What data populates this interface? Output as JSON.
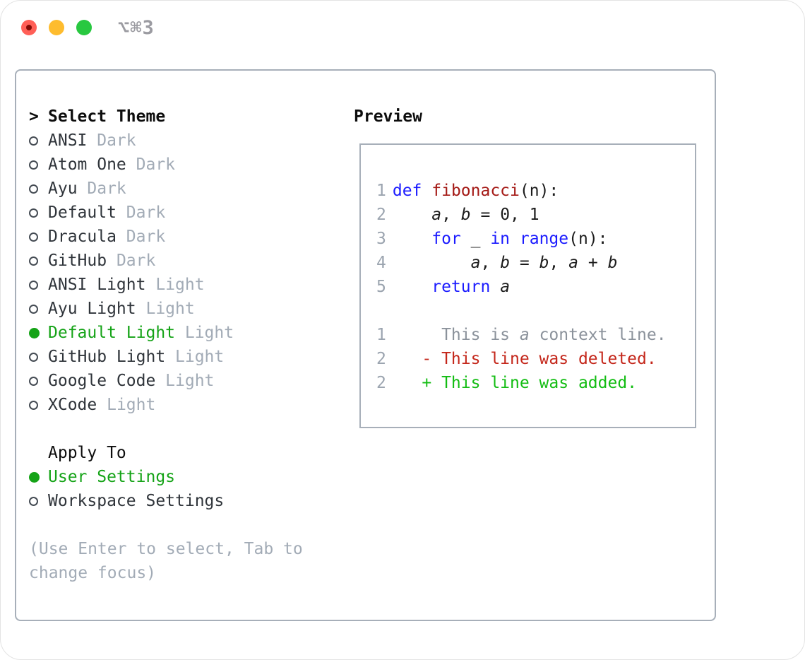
{
  "titlebar": {
    "shortcut": "⌥⌘3"
  },
  "theme_list": {
    "prompt": ">",
    "title": "Select Theme",
    "items": [
      {
        "name": "ANSI",
        "variant": "Dark",
        "selected": false
      },
      {
        "name": "Atom One",
        "variant": "Dark",
        "selected": false
      },
      {
        "name": "Ayu",
        "variant": "Dark",
        "selected": false
      },
      {
        "name": "Default",
        "variant": "Dark",
        "selected": false
      },
      {
        "name": "Dracula",
        "variant": "Dark",
        "selected": false
      },
      {
        "name": "GitHub",
        "variant": "Dark",
        "selected": false
      },
      {
        "name": "ANSI Light",
        "variant": "Light",
        "selected": false
      },
      {
        "name": "Ayu Light",
        "variant": "Light",
        "selected": false
      },
      {
        "name": "Default Light",
        "variant": "Light",
        "selected": true
      },
      {
        "name": "GitHub Light",
        "variant": "Light",
        "selected": false
      },
      {
        "name": "Google Code",
        "variant": "Light",
        "selected": false
      },
      {
        "name": "XCode",
        "variant": "Light",
        "selected": false
      }
    ]
  },
  "apply_to": {
    "title": "Apply To",
    "options": [
      {
        "label": "User Settings",
        "selected": true
      },
      {
        "label": "Workspace Settings",
        "selected": false
      }
    ]
  },
  "hint": "(Use Enter to select, Tab to change focus)",
  "preview": {
    "title": "Preview",
    "code_lines": [
      {
        "num": "1",
        "tokens": [
          {
            "t": "def",
            "c": "kw"
          },
          {
            "t": " ",
            "c": "pl"
          },
          {
            "t": "fibonacci",
            "c": "fn"
          },
          {
            "t": "(n):",
            "c": "pl"
          }
        ]
      },
      {
        "num": "2",
        "tokens": [
          {
            "t": "    ",
            "c": "pl"
          },
          {
            "t": "a",
            "c": "id"
          },
          {
            "t": ", ",
            "c": "pl"
          },
          {
            "t": "b",
            "c": "id"
          },
          {
            "t": " = 0, 1",
            "c": "pl"
          }
        ]
      },
      {
        "num": "3",
        "tokens": [
          {
            "t": "    ",
            "c": "pl"
          },
          {
            "t": "for",
            "c": "kw"
          },
          {
            "t": " _ ",
            "c": "pl"
          },
          {
            "t": "in",
            "c": "kw"
          },
          {
            "t": " ",
            "c": "pl"
          },
          {
            "t": "range",
            "c": "kw"
          },
          {
            "t": "(n):",
            "c": "pl"
          }
        ]
      },
      {
        "num": "4",
        "tokens": [
          {
            "t": "        ",
            "c": "pl"
          },
          {
            "t": "a",
            "c": "id"
          },
          {
            "t": ", ",
            "c": "pl"
          },
          {
            "t": "b",
            "c": "id"
          },
          {
            "t": " = ",
            "c": "pl"
          },
          {
            "t": "b",
            "c": "id"
          },
          {
            "t": ", ",
            "c": "pl"
          },
          {
            "t": "a",
            "c": "id"
          },
          {
            "t": " + ",
            "c": "pl"
          },
          {
            "t": "b",
            "c": "id"
          }
        ]
      },
      {
        "num": "5",
        "tokens": [
          {
            "t": "    ",
            "c": "pl"
          },
          {
            "t": "return",
            "c": "kw"
          },
          {
            "t": " ",
            "c": "pl"
          },
          {
            "t": "a",
            "c": "id"
          }
        ]
      },
      {
        "num": "",
        "tokens": []
      },
      {
        "num": "1",
        "tokens": [
          {
            "t": "     This is ",
            "c": "ctx"
          },
          {
            "t": "a",
            "c": "ctxi"
          },
          {
            "t": " context line.",
            "c": "ctx"
          }
        ]
      },
      {
        "num": "2",
        "tokens": [
          {
            "t": "   - This line was deleted.",
            "c": "del"
          }
        ]
      },
      {
        "num": "2",
        "tokens": [
          {
            "t": "   + This line was added.",
            "c": "add"
          }
        ]
      }
    ]
  },
  "colors": {
    "accent_green": "#15a317",
    "kw_blue": "#1b1bff",
    "fn_red": "#a41915",
    "del_red": "#c4271b",
    "add_green": "#13bd13",
    "ctx_gray": "#8b929b",
    "muted_gray": "#a2abb6",
    "num_gray": "#9ba4af",
    "border_gray": "#a7afb9",
    "traffic_red": "#ff5f57",
    "traffic_yellow": "#febc2e",
    "traffic_green": "#28c840"
  }
}
